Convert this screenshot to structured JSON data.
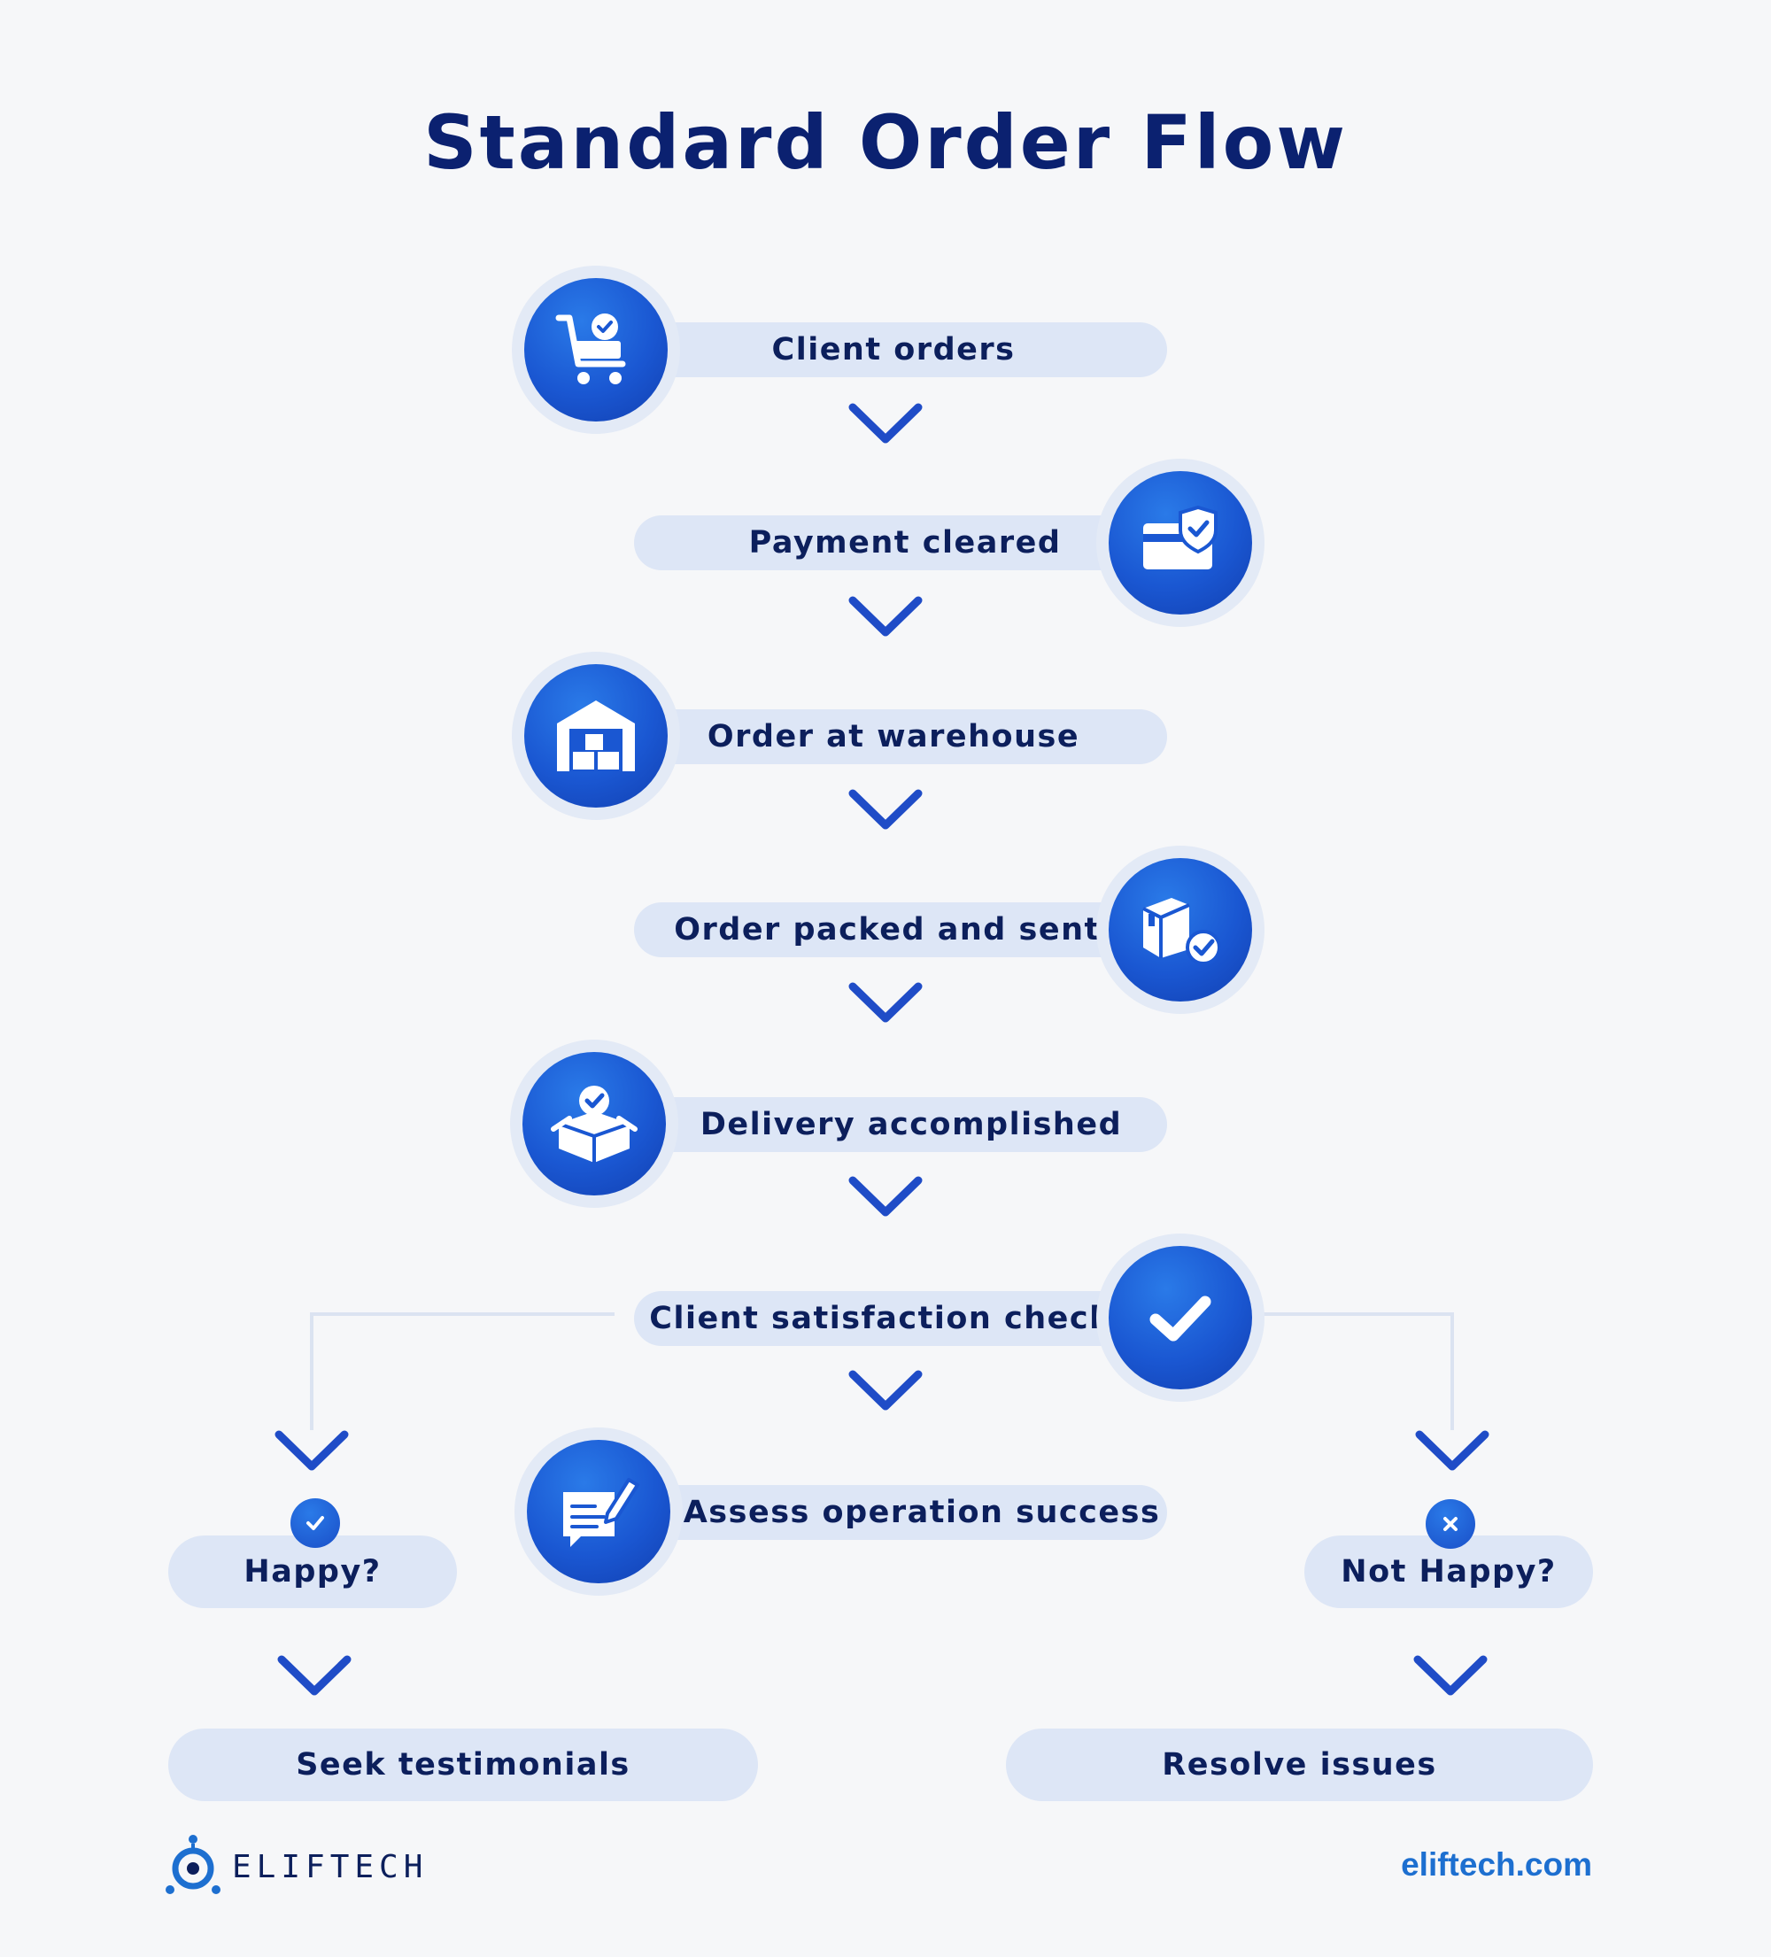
{
  "title": "Standard Order Flow",
  "steps": [
    {
      "label": "Client orders",
      "icon": "shopping-cart-check-icon"
    },
    {
      "label": "Payment cleared",
      "icon": "card-shield-icon"
    },
    {
      "label": "Order at warehouse",
      "icon": "warehouse-icon"
    },
    {
      "label": "Order packed and sent",
      "icon": "boxes-check-icon"
    },
    {
      "label": "Delivery accomplished",
      "icon": "open-box-check-icon"
    },
    {
      "label": "Client satisfaction check?",
      "icon": "checkmark-icon"
    },
    {
      "label": "Assess operation success",
      "icon": "message-pen-icon"
    }
  ],
  "branches": {
    "happy": {
      "label": "Happy?",
      "outcome": "Seek testimonials",
      "icon": "check-badge-icon"
    },
    "not_happy": {
      "label": "Not Happy?",
      "outcome": "Resolve issues",
      "icon": "x-badge-icon"
    }
  },
  "footer": {
    "brand": "ELIFTECH",
    "url": "eliftech.com"
  },
  "colors": {
    "title": "#0b2170",
    "accent": "#1a57d2",
    "pill": "#dde6f6",
    "connector": "#dbe3f1"
  }
}
